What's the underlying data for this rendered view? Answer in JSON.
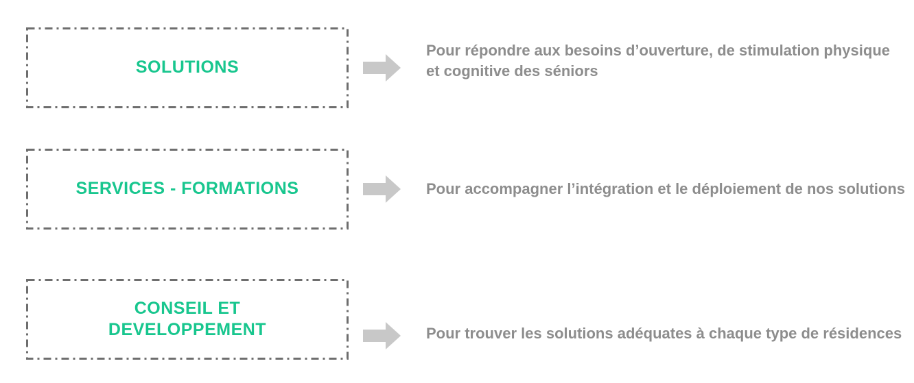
{
  "colors": {
    "accent_green": "#18c68e",
    "description_gray": "#8d8d8d",
    "border_gray": "#6e6e6e",
    "arrow_gray": "#c8c8c8",
    "background": "#ffffff"
  },
  "rows": [
    {
      "label": "SOLUTIONS",
      "description": "Pour répondre aux besoins d’ouverture, de stimulation physique et cognitive des séniors"
    },
    {
      "label": "SERVICES - FORMATIONS",
      "description": "Pour accompagner l’intégration et le déploiement de nos solutions"
    },
    {
      "label": "CONSEIL ET DEVELOPPEMENT",
      "description": "Pour trouver les solutions adéquates à chaque type de résidences"
    }
  ],
  "icons": {
    "arrow": "right-block-arrow"
  }
}
